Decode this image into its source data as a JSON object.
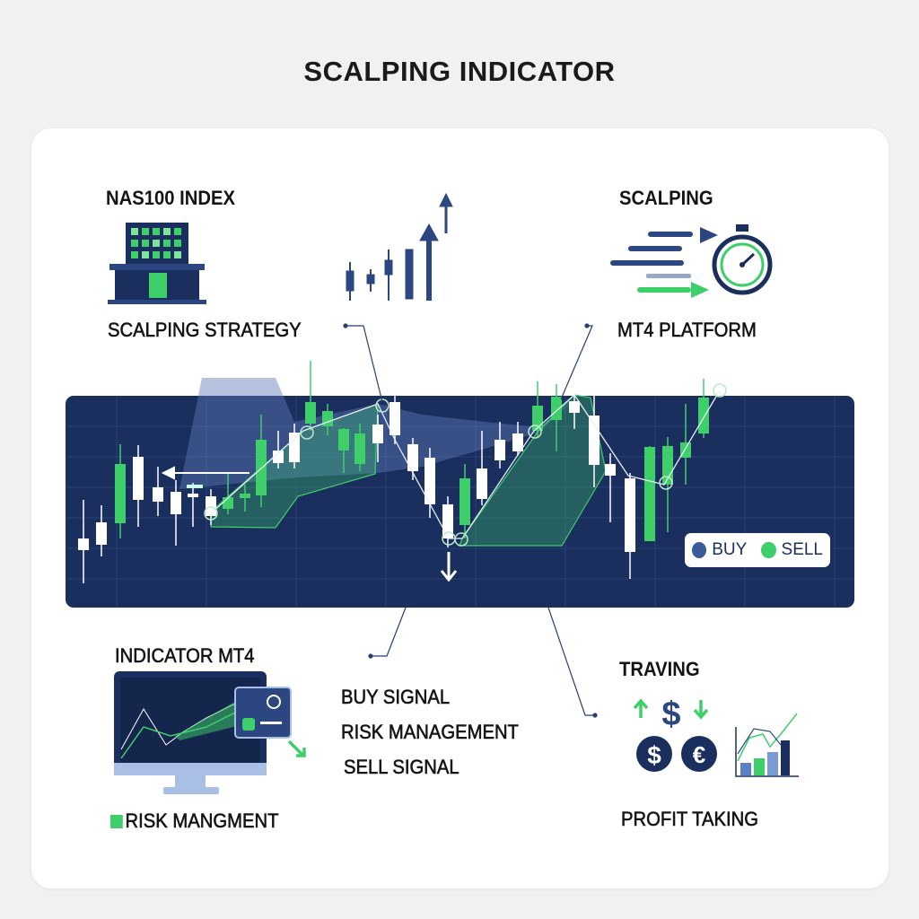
{
  "title": "SCALPING INDICATOR",
  "labels": {
    "nas100": "NAS100 INDEX",
    "scalping_strategy": "SCALPING STRATEGY",
    "scalping": "SCALPING",
    "mt4_platform": "MT4 PLATFORM",
    "indicator_mt4": "INDICATOR MT4",
    "buy_signal": "BUY SIGNAL",
    "risk_management": "RISK MANAGEMENT",
    "sell_signal": "SELL SIGNAL",
    "traving": "TRAVING",
    "profit_taking": "PROFIT TAKING",
    "risk_mangment": "RISK MANGMENT"
  },
  "legend": {
    "buy": "BUY",
    "sell": "SELL"
  },
  "icons": {
    "dollar": "$",
    "euro": "€"
  },
  "colors": {
    "navy": "#1b2f5e",
    "green": "#3ecf6a",
    "buy": "#3b5a99",
    "sell": "#3ecf6a"
  }
}
